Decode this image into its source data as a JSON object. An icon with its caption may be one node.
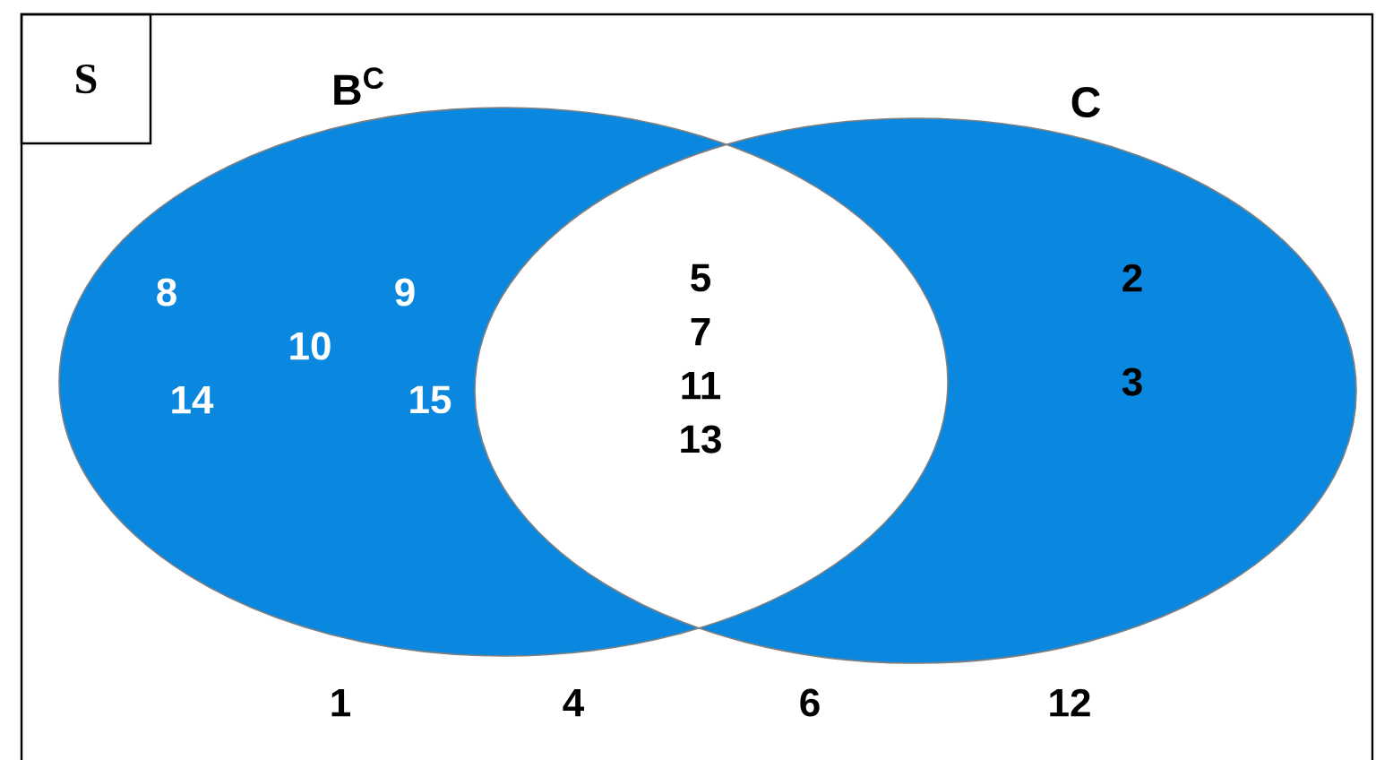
{
  "diagram": {
    "nodes": [
      {
        "text": [
          "S"
        ]
      },
      {
        "text": [
          "B$^{C}$"
        ]
      },
      {
        "text": [
          "C"
        ]
      }
    ],
    "edges": [],
    "labels": [
      "8",
      "9",
      "10",
      "14",
      "15",
      "5",
      "7",
      "11",
      "13",
      "2",
      "3",
      "1",
      "4",
      "6",
      "12"
    ]
  }
}
